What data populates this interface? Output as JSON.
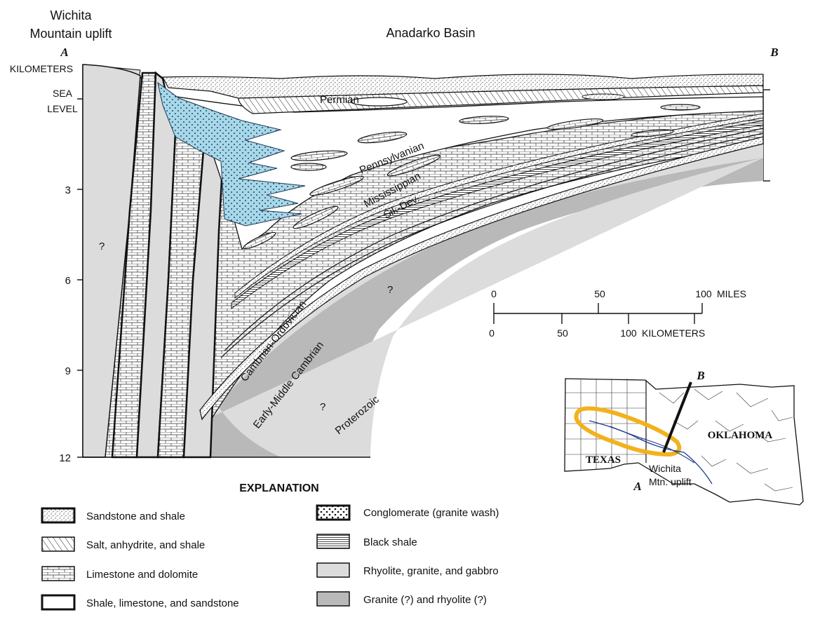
{
  "header": {
    "left_title_line1": "Wichita",
    "left_title_line2": "Mountain uplift",
    "center_title": "Anadarko Basin"
  },
  "section": {
    "point_a": "A",
    "point_b": "B",
    "depth_unit": "KILOMETERS",
    "sea_level_line1": "SEA",
    "sea_level_line2": "LEVEL",
    "depth_ticks": [
      "3",
      "6",
      "9",
      "12"
    ],
    "unit_labels": {
      "permian": "Permian",
      "pennsylvanian": "Pennsylvanian",
      "mississippian": "Mississippian",
      "sil_dev": "Sil.-Dev.",
      "cambrian_ordovician": "Cambrian-Ordovician",
      "early_middle_cambrian": "Early-Middle Cambrian",
      "proterozoic": "Proterozoic"
    },
    "unknown_mark": "?"
  },
  "scale": {
    "miles_ticks": [
      "0",
      "50",
      "100"
    ],
    "miles_unit": "MILES",
    "km_ticks": [
      "0",
      "50",
      "100"
    ],
    "km_unit": "KILOMETERS"
  },
  "inset_map": {
    "label_b": "B",
    "label_a": "A",
    "texas": "TEXAS",
    "oklahoma": "OKLAHOMA",
    "uplift_line1": "Wichita",
    "uplift_line2": "Mtn. uplift",
    "highlight_color": "#f2b21c",
    "fault_color": "#1f3a8a"
  },
  "explanation": {
    "title": "EXPLANATION",
    "items": [
      {
        "label": "Sandstone and shale",
        "pattern": "stipple"
      },
      {
        "label": "Salt, anhydrite, and shale",
        "pattern": "diagonal-hatch"
      },
      {
        "label": "Limestone and dolomite",
        "pattern": "brick"
      },
      {
        "label": "Shale, limestone, and sandstone",
        "pattern": "blank"
      },
      {
        "label": "Conglomerate (granite wash)",
        "pattern": "coarse-dots"
      },
      {
        "label": "Black shale",
        "pattern": "horizontal-lines"
      },
      {
        "label": "Rhyolite, granite, and gabbro",
        "pattern": "light-gray"
      },
      {
        "label": "Granite (?) and rhyolite (?)",
        "pattern": "dark-gray"
      }
    ]
  },
  "colors": {
    "granite_wash": "#a8d8e8",
    "light_gray": "#dcdcdc",
    "dark_gray": "#b9b9b9"
  }
}
